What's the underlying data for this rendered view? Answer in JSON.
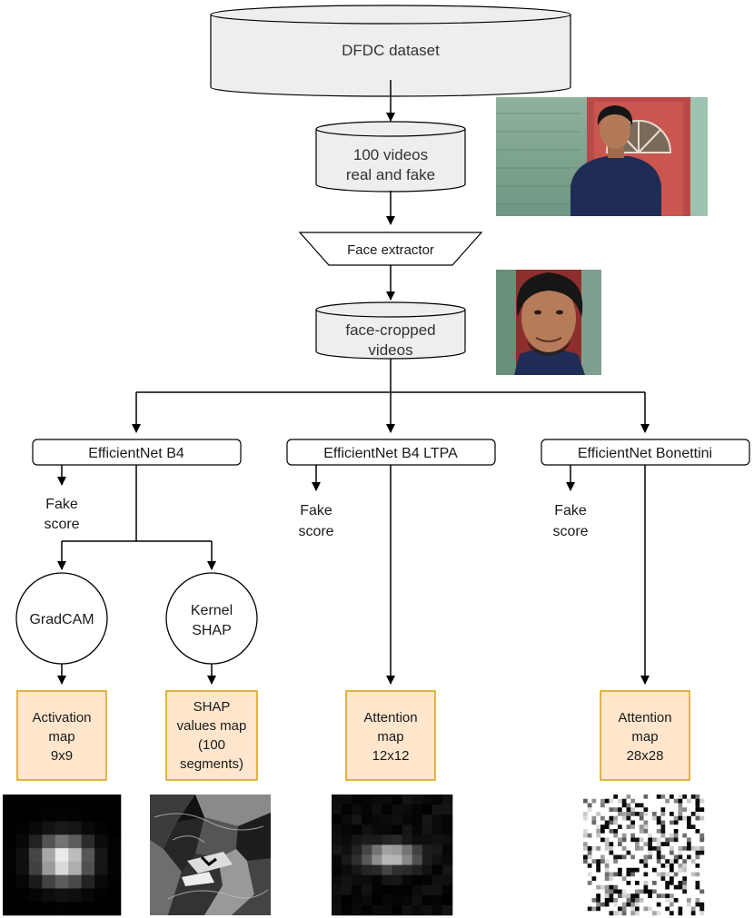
{
  "nodes": {
    "dataset": "DFDC dataset",
    "videos": [
      "100 videos",
      "real and fake"
    ],
    "extractor": "Face extractor",
    "cropped": [
      "face-cropped",
      "videos"
    ],
    "model_b4": "EfficientNet B4",
    "model_ltpa": "EfficientNet B4 LTPA",
    "model_bonettini": "EfficientNet Bonettini",
    "fake_score": [
      "Fake",
      "score"
    ],
    "gradcam": "GradCAM",
    "kernel_shap": [
      "Kernel",
      "SHAP"
    ],
    "activation_map": [
      "Activation",
      "map",
      "9x9"
    ],
    "shap_map": [
      "SHAP",
      "values map",
      "(100",
      "segments)"
    ],
    "attention_ltpa": [
      "Attention",
      "map",
      "12x12"
    ],
    "attention_bonettini": [
      "Attention",
      "map",
      "28x28"
    ]
  },
  "images": {
    "scene_photo": "man-in-front-of-red-door-photo",
    "face_photo": "face-crop-photo",
    "activation_heatmap": "9x9-activation-heatmap",
    "shap_segments": "shap-segment-map",
    "attention_12": "12x12-attention-heatmap",
    "attention_28": "28x28-attention-heatmap"
  },
  "colors": {
    "db_fill": "#eeeeee",
    "map_fill": "#ffe6cc",
    "map_border": "#d79b00",
    "stroke": "#000000"
  }
}
